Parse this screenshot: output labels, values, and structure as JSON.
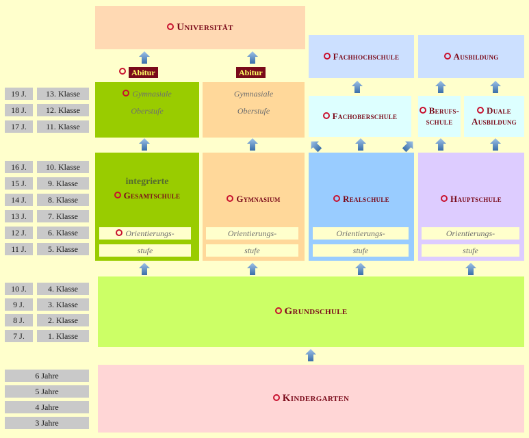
{
  "age_rows": [
    {
      "age": "19 J.",
      "klasse": "13. Klasse"
    },
    {
      "age": "18 J.",
      "klasse": "12. Klasse"
    },
    {
      "age": "17 J.",
      "klasse": "11. Klasse"
    },
    {
      "age": "16 J.",
      "klasse": "10. Klasse"
    },
    {
      "age": "15 J.",
      "klasse": "9. Klasse"
    },
    {
      "age": "14 J.",
      "klasse": "8. Klasse"
    },
    {
      "age": "13 J.",
      "klasse": "7. Klasse"
    },
    {
      "age": "12 J.",
      "klasse": "6. Klasse"
    },
    {
      "age": "11 J.",
      "klasse": "5. Klasse"
    },
    {
      "age": "10 J.",
      "klasse": "4. Klasse"
    },
    {
      "age": "9 J.",
      "klasse": "3. Klasse"
    },
    {
      "age": "8 J.",
      "klasse": "2. Klasse"
    },
    {
      "age": "7 J.",
      "klasse": "1. Klasse"
    }
  ],
  "jahre": [
    "6 Jahre",
    "5 Jahre",
    "4 Jahre",
    "3 Jahre"
  ],
  "boxes": {
    "universitaet": "Universität",
    "fachhochschule": "Fachhochschule",
    "ausbildung": "Ausbildung",
    "abitur_1": "Abitur",
    "abitur_2": "Abitur",
    "gym_oberstufe_1": "Gymnasiale",
    "gym_oberstufe_1b": "Oberstufe",
    "gym_oberstufe_2": "Gymnasiale",
    "gym_oberstufe_2b": "Oberstufe",
    "fachoberschule": "Fachoberschule",
    "berufs_1": "Berufs-",
    "berufs_2": "schule",
    "duale_1": "Duale",
    "duale_2": "Ausbildung",
    "integrierte": "integrierte",
    "gesamtschule": "Gesamtschule",
    "gymnasium": "Gymnasium",
    "realschule": "Realschule",
    "hauptschule": "Hauptschule",
    "orient_1": "Orientierungs-",
    "orient_2": "stufe",
    "grundschule": "Grundschule",
    "kindergarten": "Kindergarten"
  },
  "colors": {
    "background": "#FFFFCC",
    "universitaet": "#FFD9B3",
    "fachhochschule": "#CCE0FF",
    "gesamtschule": "#99CC00",
    "gymnasium": "#FFD89A",
    "realschule": "#99CCFF",
    "hauptschule": "#DDCCFF",
    "fachoberschule": "#DDFFFF",
    "grundschule": "#CCFF66",
    "kindergarten": "#FFD6D6",
    "title_text": "#7A0A1A"
  }
}
